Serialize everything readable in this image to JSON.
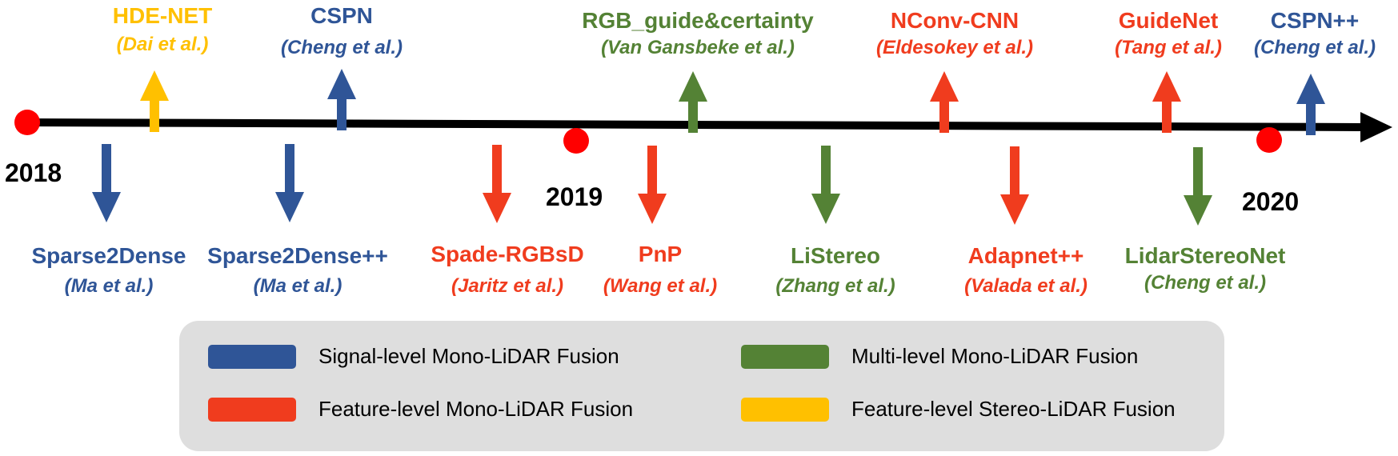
{
  "colors": {
    "signal": "#2f5597",
    "feature": "#f03c1e",
    "multi": "#548235",
    "stereo": "#ffc000",
    "timeline": "#000000",
    "milestone": "#ff0000"
  },
  "years": [
    "2018",
    "2019",
    "2020"
  ],
  "events": [
    {
      "title": "HDE-NET",
      "cite": "(Dai et al.)",
      "category": "stereo"
    },
    {
      "title": "CSPN",
      "cite": "(Cheng et al.)",
      "category": "signal"
    },
    {
      "title": "RGB_guide&certainty",
      "cite": "(Van Gansbeke et al.)",
      "category": "multi"
    },
    {
      "title": "NConv-CNN",
      "cite": "(Eldesokey et al.)",
      "category": "feature"
    },
    {
      "title": "GuideNet",
      "cite": "(Tang et al.)",
      "category": "feature"
    },
    {
      "title": "CSPN++",
      "cite": "(Cheng et al.)",
      "category": "signal"
    },
    {
      "title": "Sparse2Dense",
      "cite": "(Ma et al.)",
      "category": "signal"
    },
    {
      "title": "Sparse2Dense++",
      "cite": "(Ma et al.)",
      "category": "signal"
    },
    {
      "title": "Spade-RGBsD",
      "cite": "(Jaritz et al.)",
      "category": "feature"
    },
    {
      "title": "PnP",
      "cite": "(Wang et al.)",
      "category": "feature"
    },
    {
      "title": "LiStereo",
      "cite": "(Zhang et al.)",
      "category": "multi"
    },
    {
      "title": "Adapnet++",
      "cite": "(Valada et al.)",
      "category": "feature"
    },
    {
      "title": "LidarStereoNet",
      "cite": "(Cheng et al.)",
      "category": "multi"
    }
  ],
  "legend": [
    {
      "label": "Signal-level Mono-LiDAR Fusion",
      "category": "signal"
    },
    {
      "label": "Multi-level Mono-LiDAR Fusion",
      "category": "multi"
    },
    {
      "label": "Feature-level Mono-LiDAR Fusion",
      "category": "feature"
    },
    {
      "label": "Feature-level Stereo-LiDAR Fusion",
      "category": "stereo"
    }
  ]
}
